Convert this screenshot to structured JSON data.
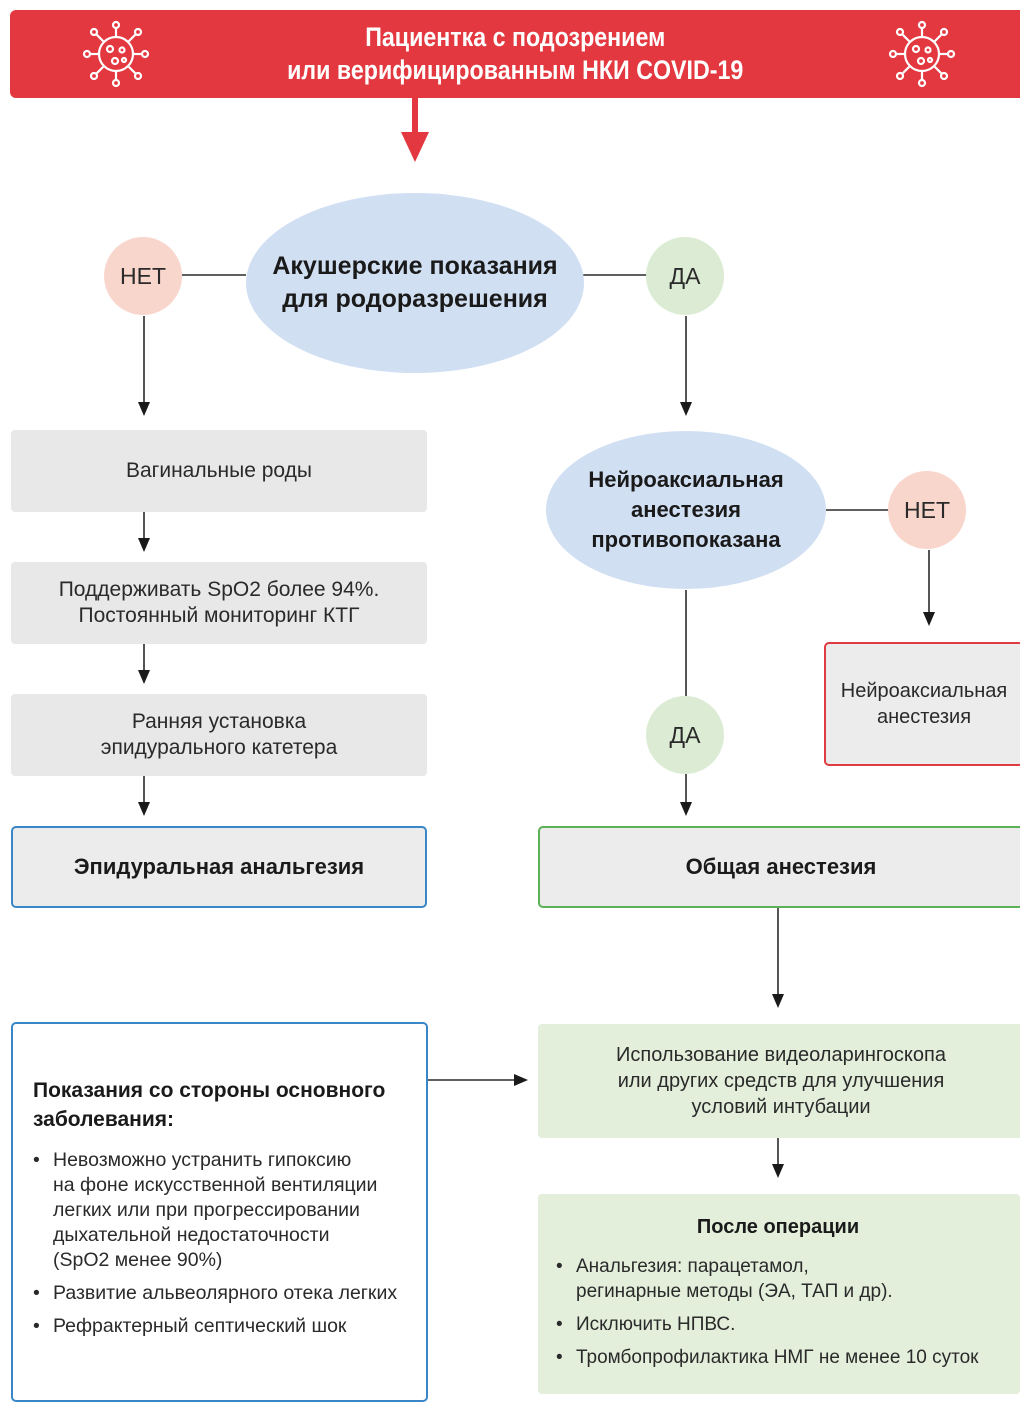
{
  "header": {
    "line1": "Пациентка с подозрением",
    "line2": "или верифицированным НКИ COVID-19"
  },
  "obstetric": {
    "line1": "Акушерские показания",
    "line2": "для родоразрешения"
  },
  "labels": {
    "no": "НЕТ",
    "yes": "ДА"
  },
  "left_flow": {
    "vaginal": "Вагинальные роды",
    "spo2": {
      "line1": "Поддерживать SpO2 более 94%.",
      "line2": "Постоянный мониторинг КТГ"
    },
    "early": {
      "line1": "Ранняя установка",
      "line2": "эпидурального катетера"
    },
    "epidural": "Эпидуральная анальгезия"
  },
  "right_flow": {
    "contra": {
      "line1": "Нейроаксиальная",
      "line2": "анестезия",
      "line3": "противопоказана"
    },
    "neuro": {
      "line1": "Нейроаксиальная",
      "line2": "анестезия"
    },
    "general": "Общая анестезия",
    "video": {
      "line1": "Использование видеоларингоскопа",
      "line2": "или других средств для улучшения",
      "line3": "условий интубации"
    }
  },
  "indications": {
    "title_line1": "Показания со стороны основного",
    "title_line2": "заболевания:",
    "items": [
      {
        "lines": [
          "Невозможно устранить гипоксию",
          "на фоне искусственной вентиляции",
          "легких или при прогрессировании",
          "дыхательной недостаточности",
          "(SpO2 менее 90%)"
        ]
      },
      {
        "lines": [
          "Развитие альвеолярного отека легких"
        ]
      },
      {
        "lines": [
          "Рефрактерный септический шок"
        ]
      }
    ]
  },
  "after_op": {
    "title": "После операции",
    "items": [
      {
        "lines": [
          "Анальгезия: парацетамол,",
          "регинарные методы (ЭА, ТАП и др)."
        ]
      },
      {
        "lines": [
          "Исключить НПВС."
        ]
      },
      {
        "lines": [
          "Тромбопрофилактика НМГ не менее 10 суток"
        ]
      }
    ]
  },
  "colors": {
    "header_red": "#e3383f",
    "ellipse_blue": "#d1dff3",
    "no_circle": "#f9d6cc",
    "yes_circle": "#dcecd4",
    "box_grey": "#e8e8e8",
    "green_box": "#e3eedb",
    "outline_blue": "#3a87c8",
    "outline_green": "#5bb156",
    "outline_red": "#df3b40"
  },
  "icons": {
    "virus_left": "virus-icon",
    "virus_right": "virus-icon"
  }
}
